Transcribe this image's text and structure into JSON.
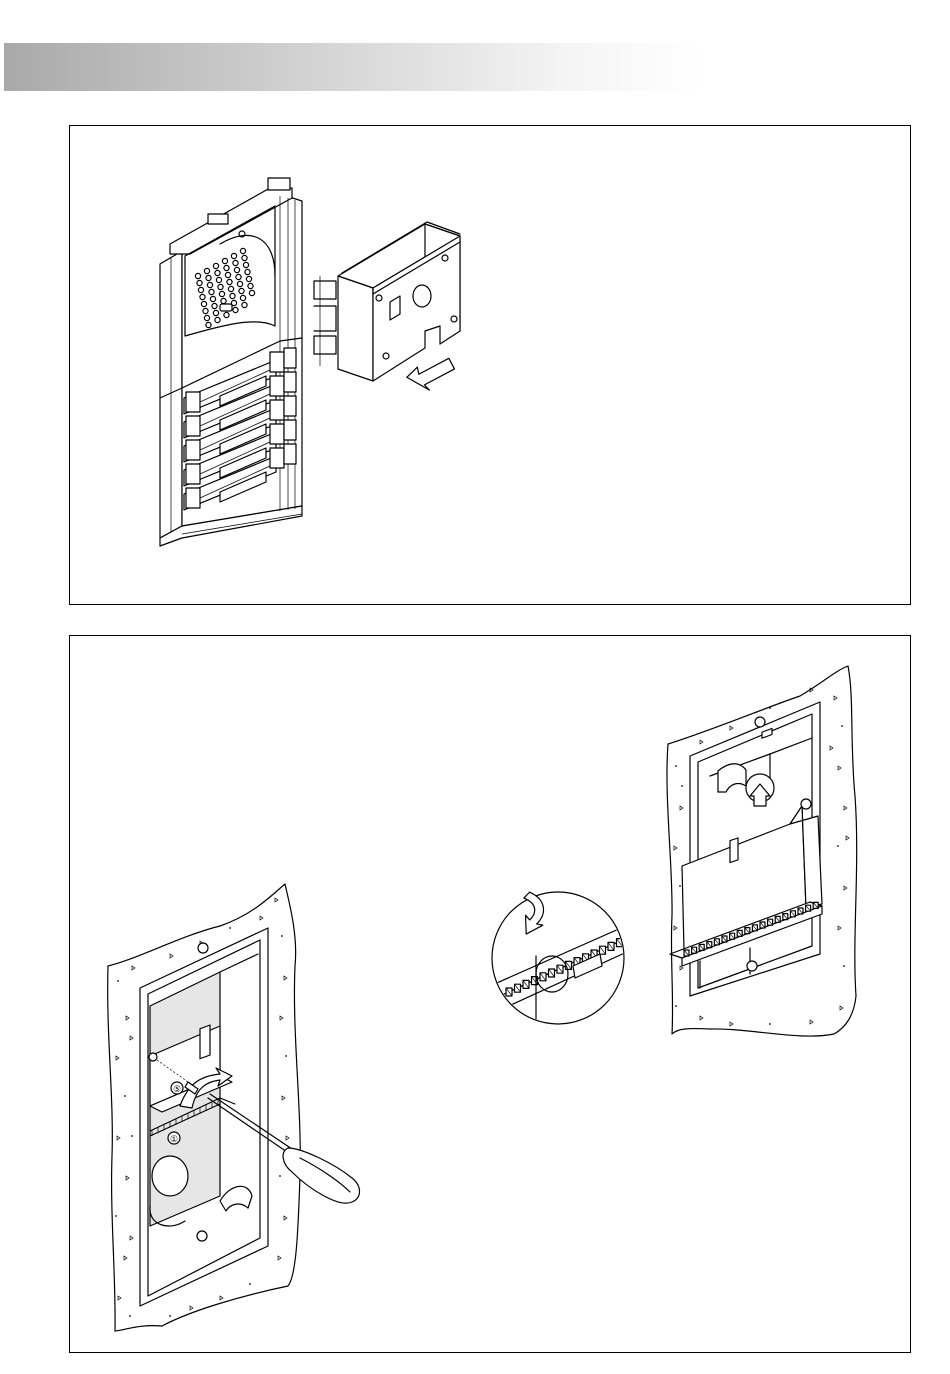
{
  "document": {
    "figures": [
      {
        "id": "fig-insert-module"
      },
      {
        "id": "fig-flush-box-installation"
      }
    ],
    "callouts": {
      "step_a": "①",
      "step_b": "⑤"
    }
  },
  "colors": {
    "header_band_start": "#a9a9a9",
    "header_band_end": "#ffffff",
    "line": "#000000",
    "paper": "#ffffff"
  }
}
